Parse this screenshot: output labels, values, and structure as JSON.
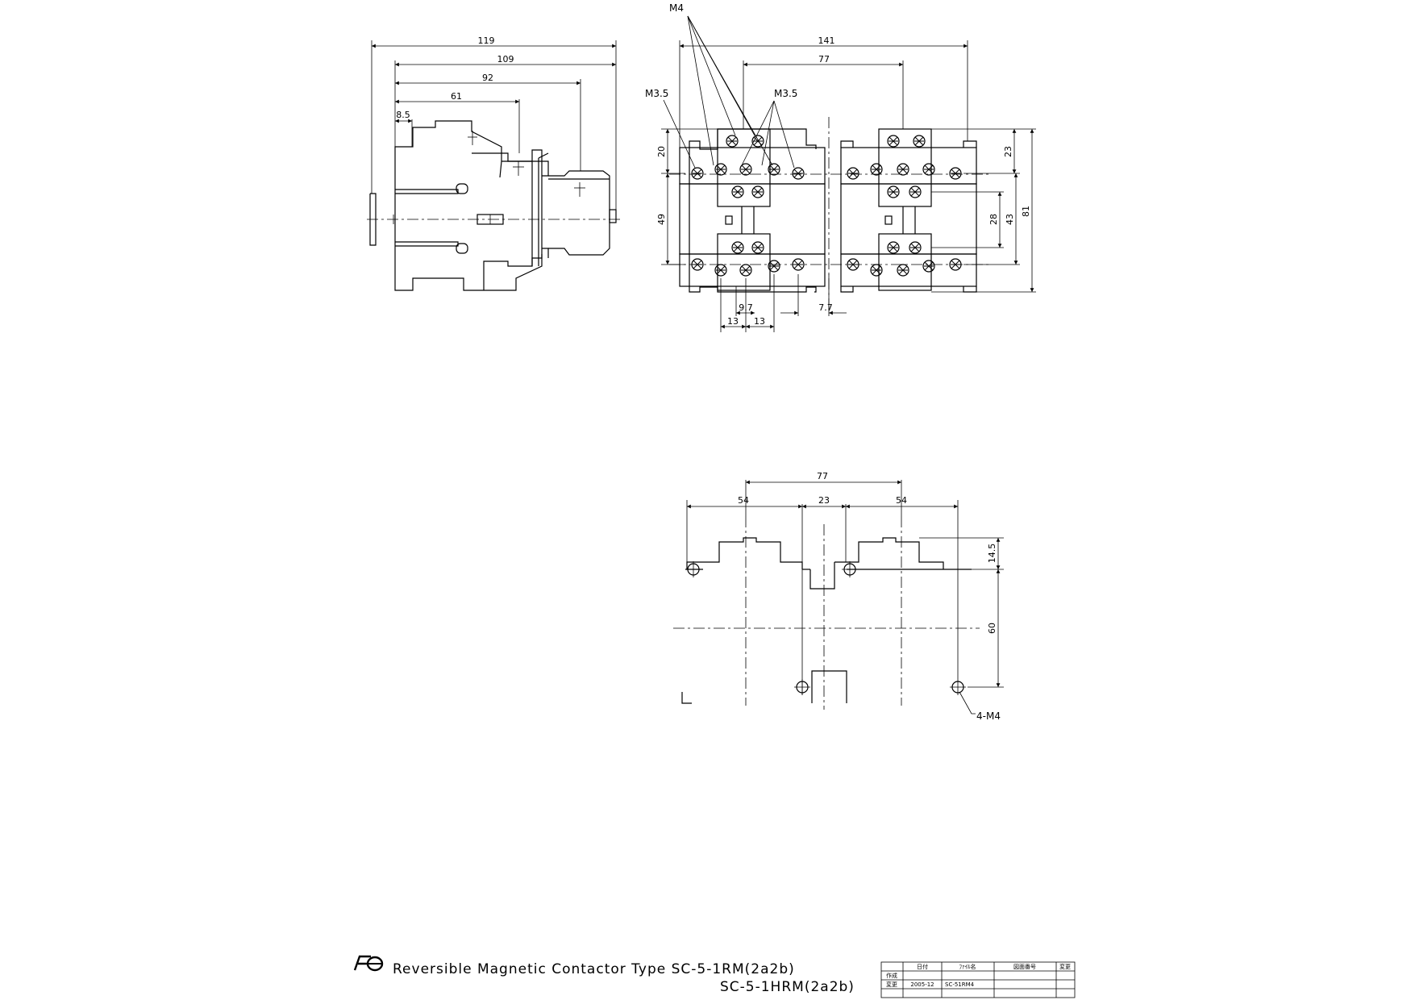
{
  "side_view": {
    "dims": {
      "d119": "119",
      "d109": "109",
      "d92": "92",
      "d61": "61",
      "d85": "8.5"
    }
  },
  "front_view": {
    "labels": {
      "m4": "M4",
      "m35_left": "M3.5",
      "m35_mid": "M3.5"
    },
    "dims": {
      "d141": "141",
      "d77": "77",
      "d20": "20",
      "d49": "49",
      "d23": "23",
      "d28": "28",
      "d43": "43",
      "d81": "81",
      "d97": "9.7",
      "d13a": "13",
      "d13b": "13",
      "d77b": "7.7"
    }
  },
  "mount_view": {
    "dims": {
      "d77": "77",
      "d54a": "54",
      "d23": "23",
      "d54b": "54",
      "d145": "14.5",
      "d60": "60"
    },
    "labels": {
      "holes": "4-M4"
    }
  },
  "title": {
    "line1": "Reversible Magnetic Contactor Type  SC-5-1RM(2a2b)",
    "line2": "SC-5-1HRM(2a2b)"
  },
  "title_block": {
    "col_date": "日付",
    "col_file": "ﾌｧｲﾙ名",
    "col_drawing_no": "図面番号",
    "col_rev": "変更",
    "row_created": "作成",
    "row_changed": "変更",
    "date": "2005-12",
    "file": "SC-51RM4"
  }
}
